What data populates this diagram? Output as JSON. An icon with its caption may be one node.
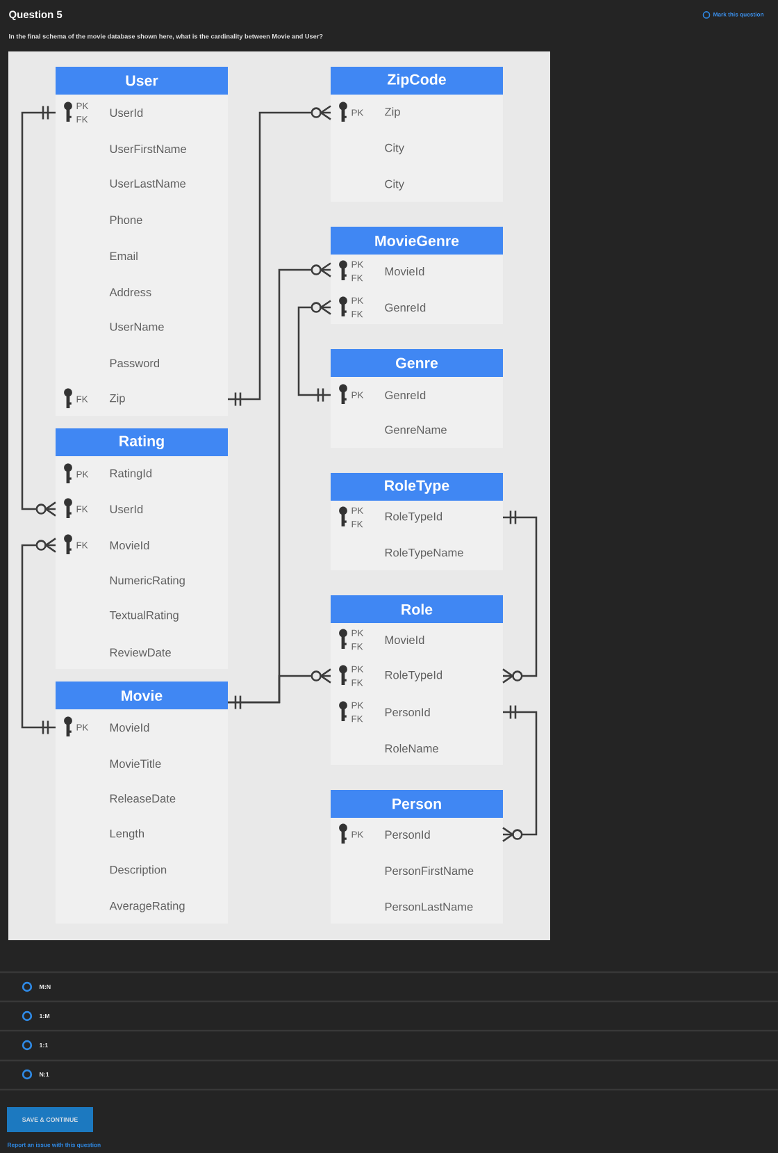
{
  "diagram": {
    "title": "Question 5",
    "nodes": [
      {
        "text": [
          "User",
          "PK FK",
          "UserId",
          "UserFirstName",
          "UserLastName",
          "Phone",
          "Email",
          "Address",
          "UserName",
          "Password",
          "FK",
          "Zip"
        ]
      },
      {
        "text": [
          "ZipCode",
          "PK",
          "Zip",
          "City",
          "City"
        ]
      },
      {
        "text": [
          "MovieGenre",
          "PK FK",
          "MovieId",
          "PK FK",
          "GenreId"
        ]
      },
      {
        "text": [
          "Genre",
          "PK",
          "GenreId",
          "GenreName"
        ]
      },
      {
        "text": [
          "Rating",
          "PK",
          "RatingId",
          "FK",
          "UserId",
          "FK",
          "MovieId",
          "NumericRating",
          "TextualRating",
          "ReviewDate"
        ]
      },
      {
        "text": [
          "RoleType",
          "PK FK",
          "RoleTypeId",
          "RoleTypeName"
        ]
      },
      {
        "text": [
          "Role",
          "PK FK",
          "MovieId",
          "PK FK",
          "RoleTypeId",
          "PK FK",
          "PersonId",
          "RoleName"
        ]
      },
      {
        "text": [
          "Movie",
          "PK",
          "MovieId",
          "MovieTitle",
          "ReleaseDate",
          "Length",
          "Description",
          "AverageRating"
        ]
      },
      {
        "text": [
          "Person",
          "PK",
          "PersonId",
          "PersonFirstName",
          "PersonLastName"
        ]
      },
      {
        "text": [
          "SAVE & CONTINUE"
        ]
      }
    ],
    "edges": [
      {
        "from": 0,
        "to": 4,
        "arrow": "other"
      },
      {
        "from": 0,
        "to": 1,
        "arrow": "other"
      },
      {
        "from": 7,
        "to": 2,
        "arrow": "other"
      },
      {
        "from": 7,
        "to": 6,
        "arrow": "other"
      },
      {
        "from": 3,
        "to": 2,
        "arrow": "other"
      },
      {
        "from": 5,
        "to": 6,
        "arrow": "other"
      },
      {
        "from": 6,
        "to": 8,
        "arrow": "other"
      },
      {
        "from": 7,
        "to": 4,
        "arrow": "other"
      }
    ],
    "labels": [
      "Mark this question",
      "In the final schema of the movie database shown here, what is the cardinality between Movie and User?",
      "M:N",
      "1:M",
      "1:1",
      "N:1",
      "Report an issue with this question"
    ]
  }
}
